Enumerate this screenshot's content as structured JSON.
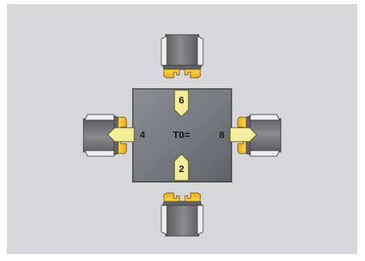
{
  "diagram": {
    "center_label": "T0=",
    "arrows": {
      "up": "6",
      "left": "4",
      "right": "8",
      "down": "2"
    }
  },
  "colors": {
    "background": "#d7d7d9",
    "turret_face": "#7b7d85",
    "holder_body": "#6f6f73",
    "insert_yellow": "#f5c63a",
    "arrow_fill": "#f3ee9a"
  },
  "icons": {
    "top_holder": "tool-holder-icon",
    "left_holder": "tool-holder-icon",
    "right_holder": "tool-holder-icon",
    "bottom_holder": "tool-holder-icon"
  }
}
